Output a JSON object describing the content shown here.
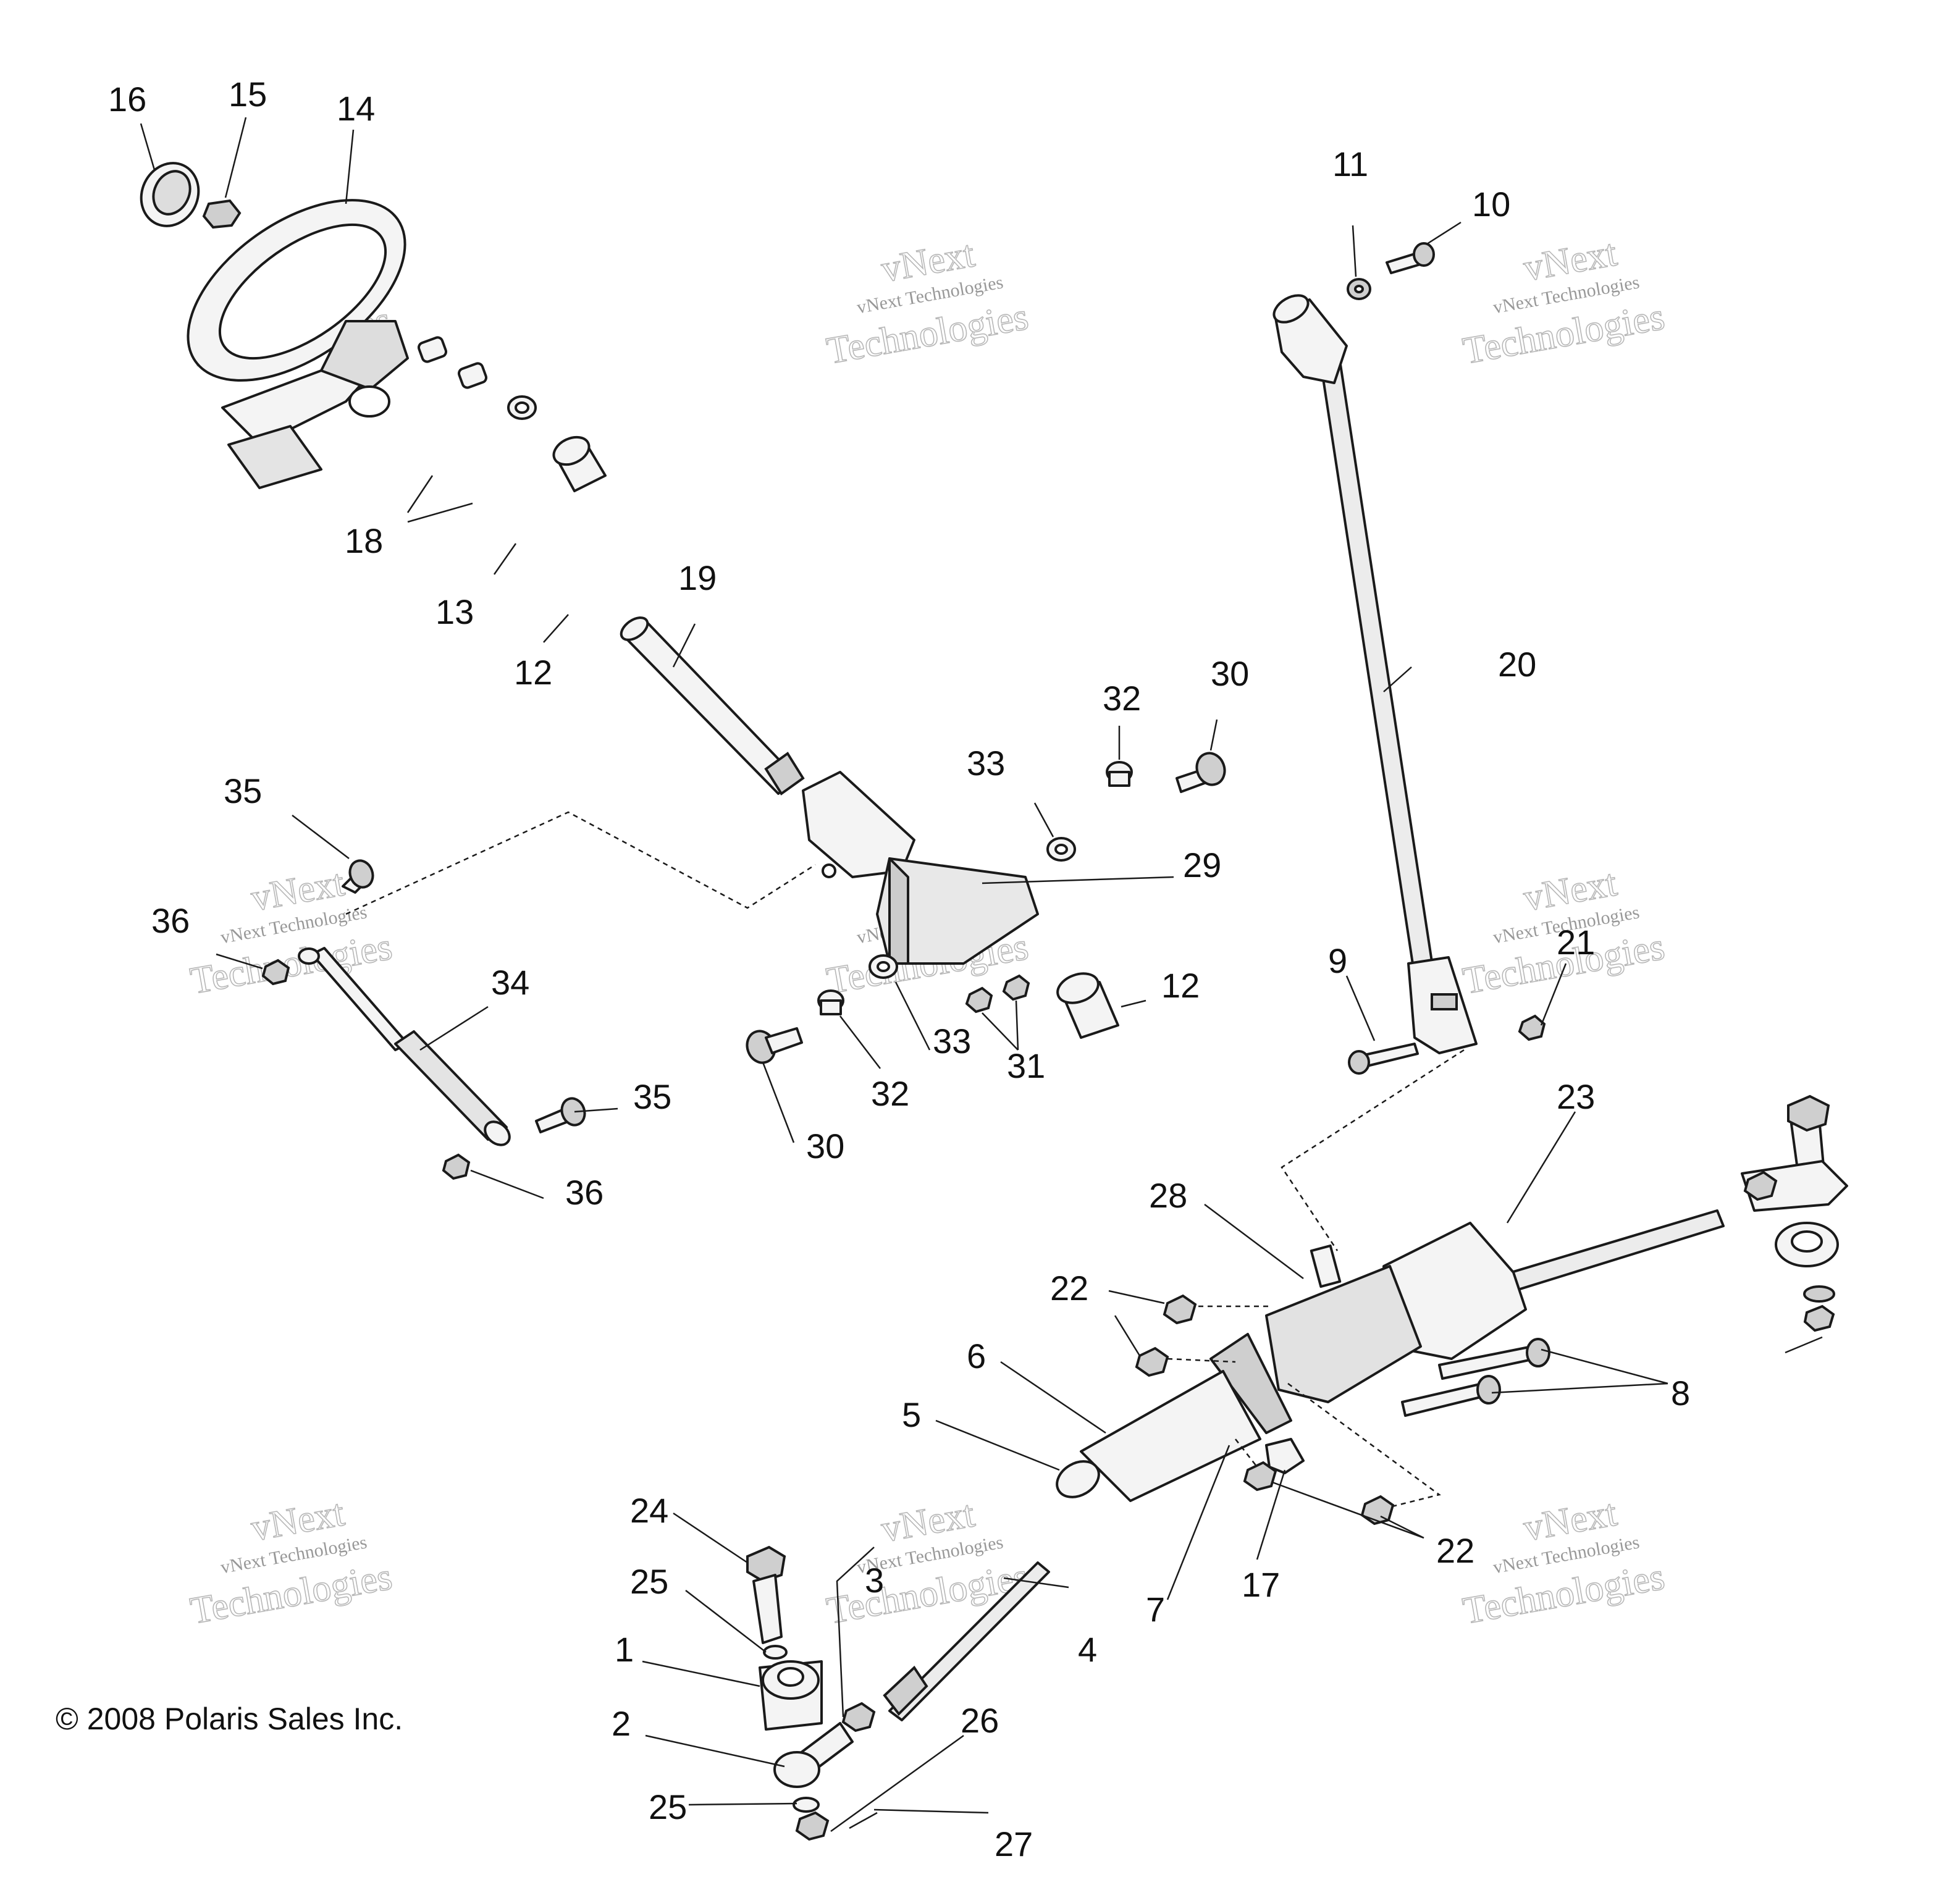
{
  "copyright": "© 2008 Polaris Sales Inc.",
  "watermark": {
    "line1": "vNext Technologies",
    "line2": "vNext",
    "line3": "Technologies"
  },
  "callouts": {
    "c1": "1",
    "c2": "2",
    "c3": "3",
    "c4": "4",
    "c5": "5",
    "c6": "6",
    "c7": "7",
    "c8": "8",
    "c9": "9",
    "c10": "10",
    "c11": "11",
    "c12": "12",
    "c13": "13",
    "c14": "14",
    "c15": "15",
    "c16": "16",
    "c17": "17",
    "c18": "18",
    "c19": "19",
    "c20": "20",
    "c21": "21",
    "c22": "22",
    "c23": "23",
    "c24": "24",
    "c25": "25",
    "c26": "26",
    "c27": "27",
    "c28": "28",
    "c29": "29",
    "c30": "30",
    "c31": "31",
    "c32": "32",
    "c33": "33",
    "c34": "34",
    "c35": "35",
    "c36": "36"
  }
}
